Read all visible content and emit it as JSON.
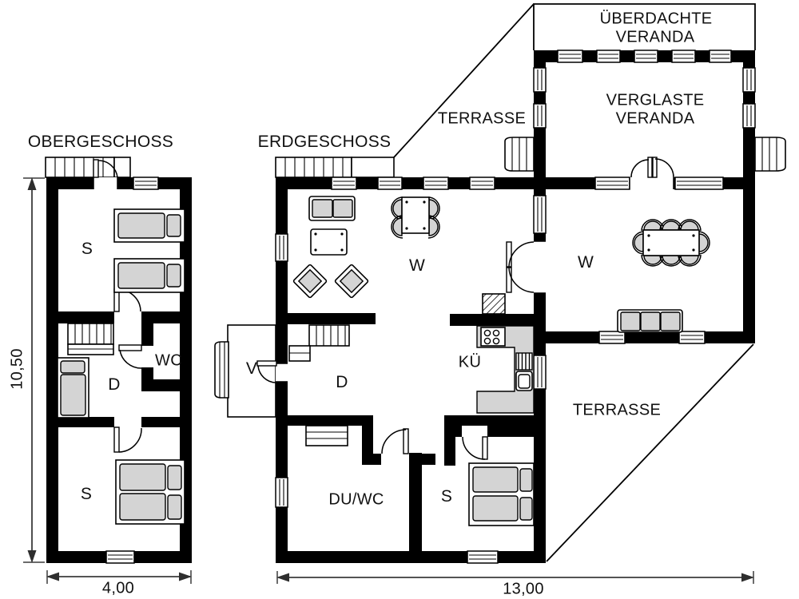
{
  "colors": {
    "wall": "#000000",
    "furniture_fill": "#d4d4d4",
    "background": "#ffffff",
    "dimension_line": "#3c3c3c",
    "text": "#111111"
  },
  "upper_floor": {
    "title": "OBERGESCHOSS",
    "room_bedroom_top": "S",
    "room_hall": "D",
    "room_wc": "WC",
    "room_bedroom_bottom": "S",
    "dim_height": "10,50",
    "dim_width": "4,00"
  },
  "ground_floor": {
    "title": "ERDGESCHOSS",
    "room_living": "W",
    "room_dining": "W",
    "room_kitchen": "KÜ",
    "room_vestibule": "V",
    "room_hall": "D",
    "room_shower_wc": "DU/WC",
    "room_bedroom": "S",
    "dim_width": "13,00"
  },
  "outdoor": {
    "covered_veranda_line1": "ÜBERDACHTE",
    "covered_veranda_line2": "VERANDA",
    "glazed_veranda_line1": "VERGLASTE",
    "glazed_veranda_line2": "VERANDA",
    "terrace_upper": "TERRASSE",
    "terrace_lower": "TERRASSE"
  }
}
